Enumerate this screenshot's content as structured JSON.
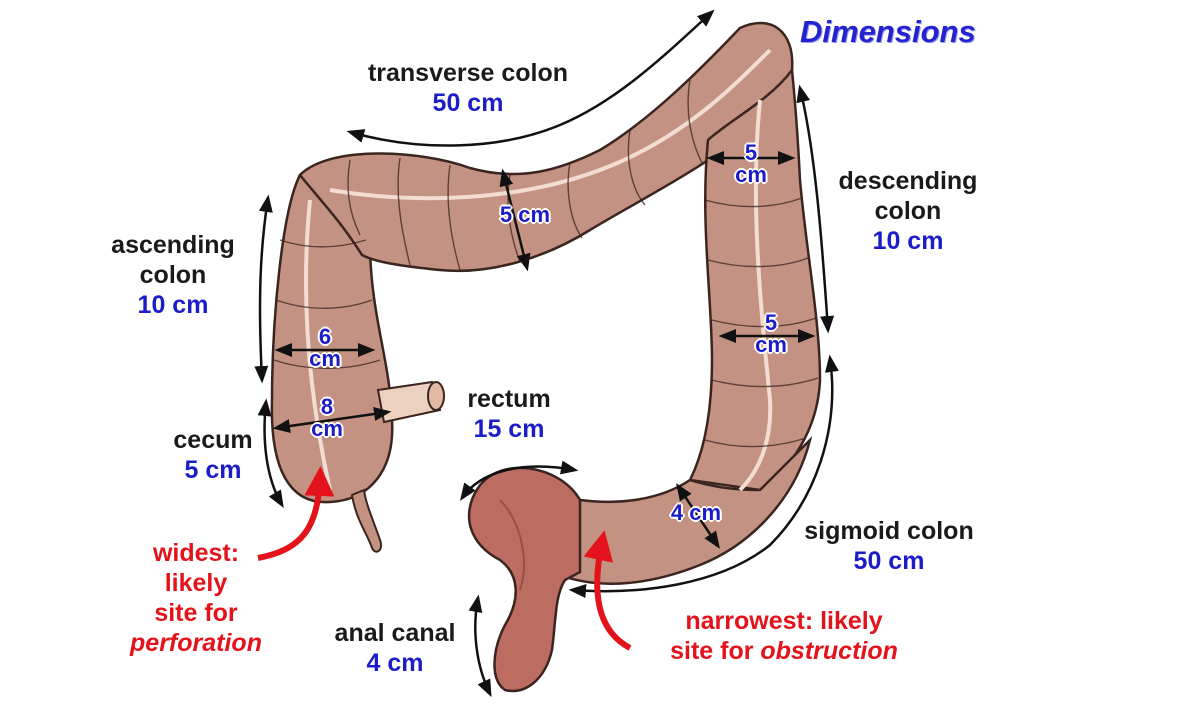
{
  "title": "Dimensions",
  "segments": {
    "transverse": {
      "name": "transverse colon",
      "length": "50 cm"
    },
    "descending": {
      "name_line1": "descending",
      "name_line2": "colon",
      "length": "10 cm"
    },
    "ascending": {
      "name_line1": "ascending",
      "name_line2": "colon",
      "length": "10 cm"
    },
    "rectum": {
      "name": "rectum",
      "length": "15 cm"
    },
    "cecum": {
      "name": "cecum",
      "length": "5 cm"
    },
    "sigmoid": {
      "name": "sigmoid colon",
      "length": "50 cm"
    },
    "anal_canal": {
      "name": "anal canal",
      "length": "4 cm"
    }
  },
  "diameters": {
    "transverse": "5 cm",
    "descending_upper": {
      "value": "5",
      "unit": "cm"
    },
    "descending_lower": {
      "value": "5",
      "unit": "cm"
    },
    "ascending": {
      "value": "6",
      "unit": "cm"
    },
    "cecum": {
      "value": "8",
      "unit": "cm"
    },
    "sigmoid": "4 cm"
  },
  "notes": {
    "widest": {
      "line1": "widest:",
      "line2": "likely",
      "line3": "site for",
      "line4": "perforation"
    },
    "narrowest": {
      "line1": "narrowest: likely",
      "line2_prefix": "site for ",
      "line2_emph": "obstruction"
    }
  },
  "colors": {
    "colon_fill": "#c49282",
    "colon_outline": "#3a2520",
    "taenia": "#f1ddd2",
    "rectum_fill": "#bd6c62",
    "label_blue": "#1c1cc8",
    "note_red": "#e3121b"
  }
}
